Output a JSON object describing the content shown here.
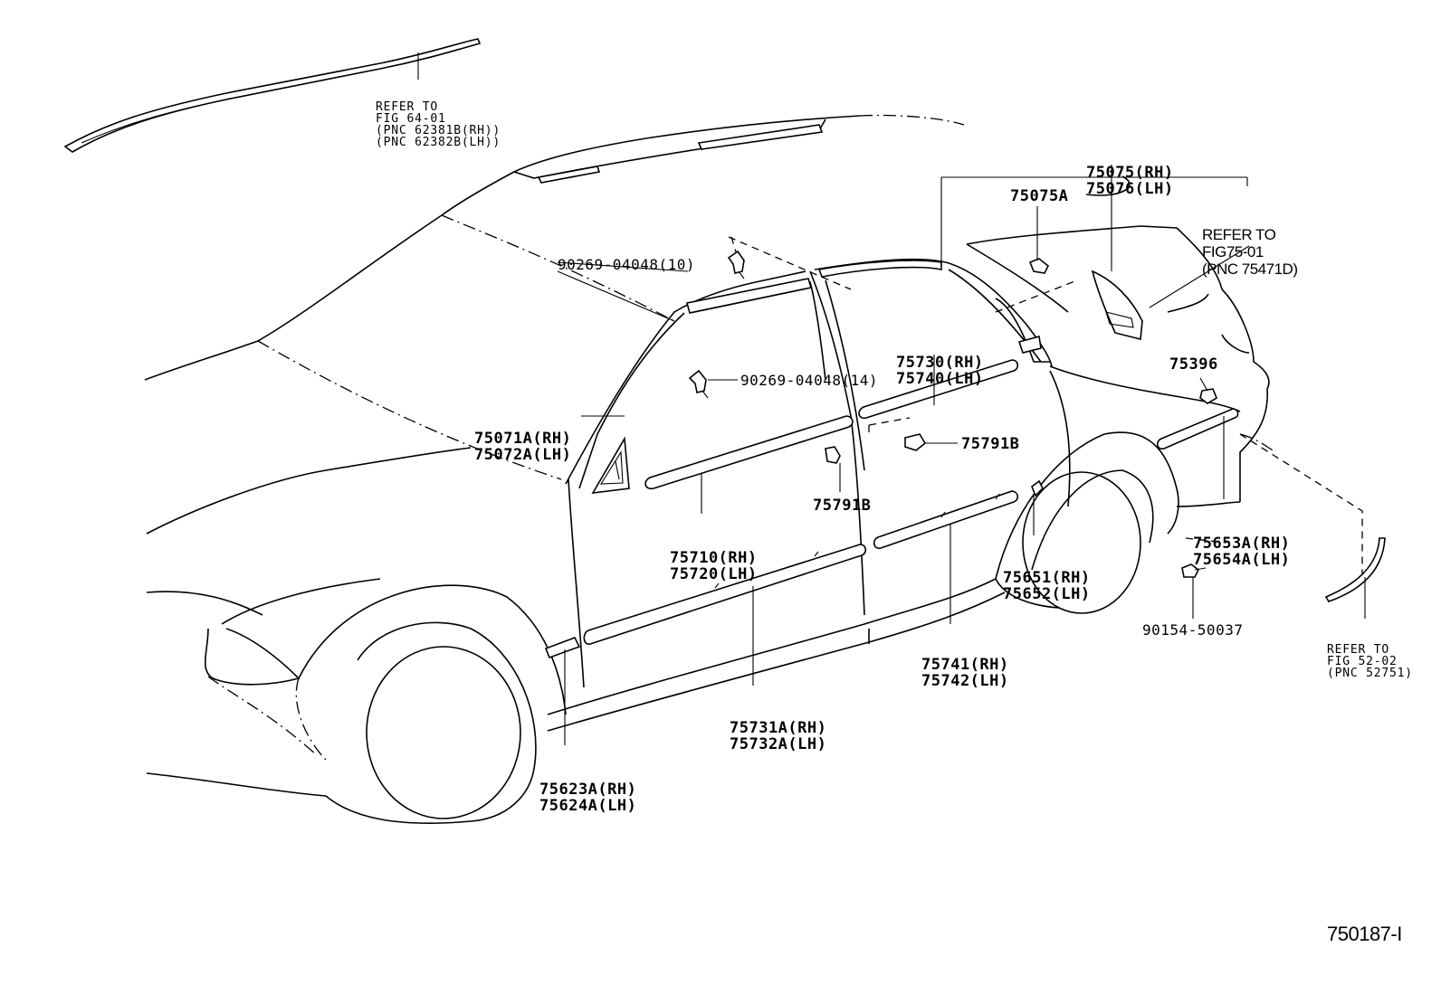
{
  "labels": {
    "roof_rack_ref": [
      "REFER TO",
      "FIG 64-01",
      "(PNC 62381B(RH))",
      "(PNC 62382B(LH))"
    ],
    "p_75075": [
      "75075(RH)",
      "75076(LH)"
    ],
    "p_75075A": "75075A",
    "rear_ref": [
      "REFER TO",
      "FIG75-01",
      "(PNC 75471D)"
    ],
    "clip_10": "90269-04048(10)",
    "clip_14": "90269-04048(14)",
    "p_75730": [
      "75730(RH)",
      "75740(LH)"
    ],
    "p_75071A": [
      "75071A(RH)",
      "75072A(LH)"
    ],
    "p_75396": "75396",
    "p_75791B_a": "75791B",
    "p_75791B_b": "75791B",
    "p_75710": [
      "75710(RH)",
      "75720(LH)"
    ],
    "p_75653A": [
      "75653A(RH)",
      "75654A(LH)"
    ],
    "p_75651": [
      "75651(RH)",
      "75652(LH)"
    ],
    "p_90154": "90154-50037",
    "p_75741": [
      "75741(RH)",
      "75742(LH)"
    ],
    "bumper_ref": [
      "REFER TO",
      "FIG 52-02",
      "(PNC 52751)"
    ],
    "p_75731A": [
      "75731A(RH)",
      "75732A(LH)"
    ],
    "p_75623A": [
      "75623A(RH)",
      "75624A(LH)"
    ]
  },
  "figure_code": "750187-I"
}
